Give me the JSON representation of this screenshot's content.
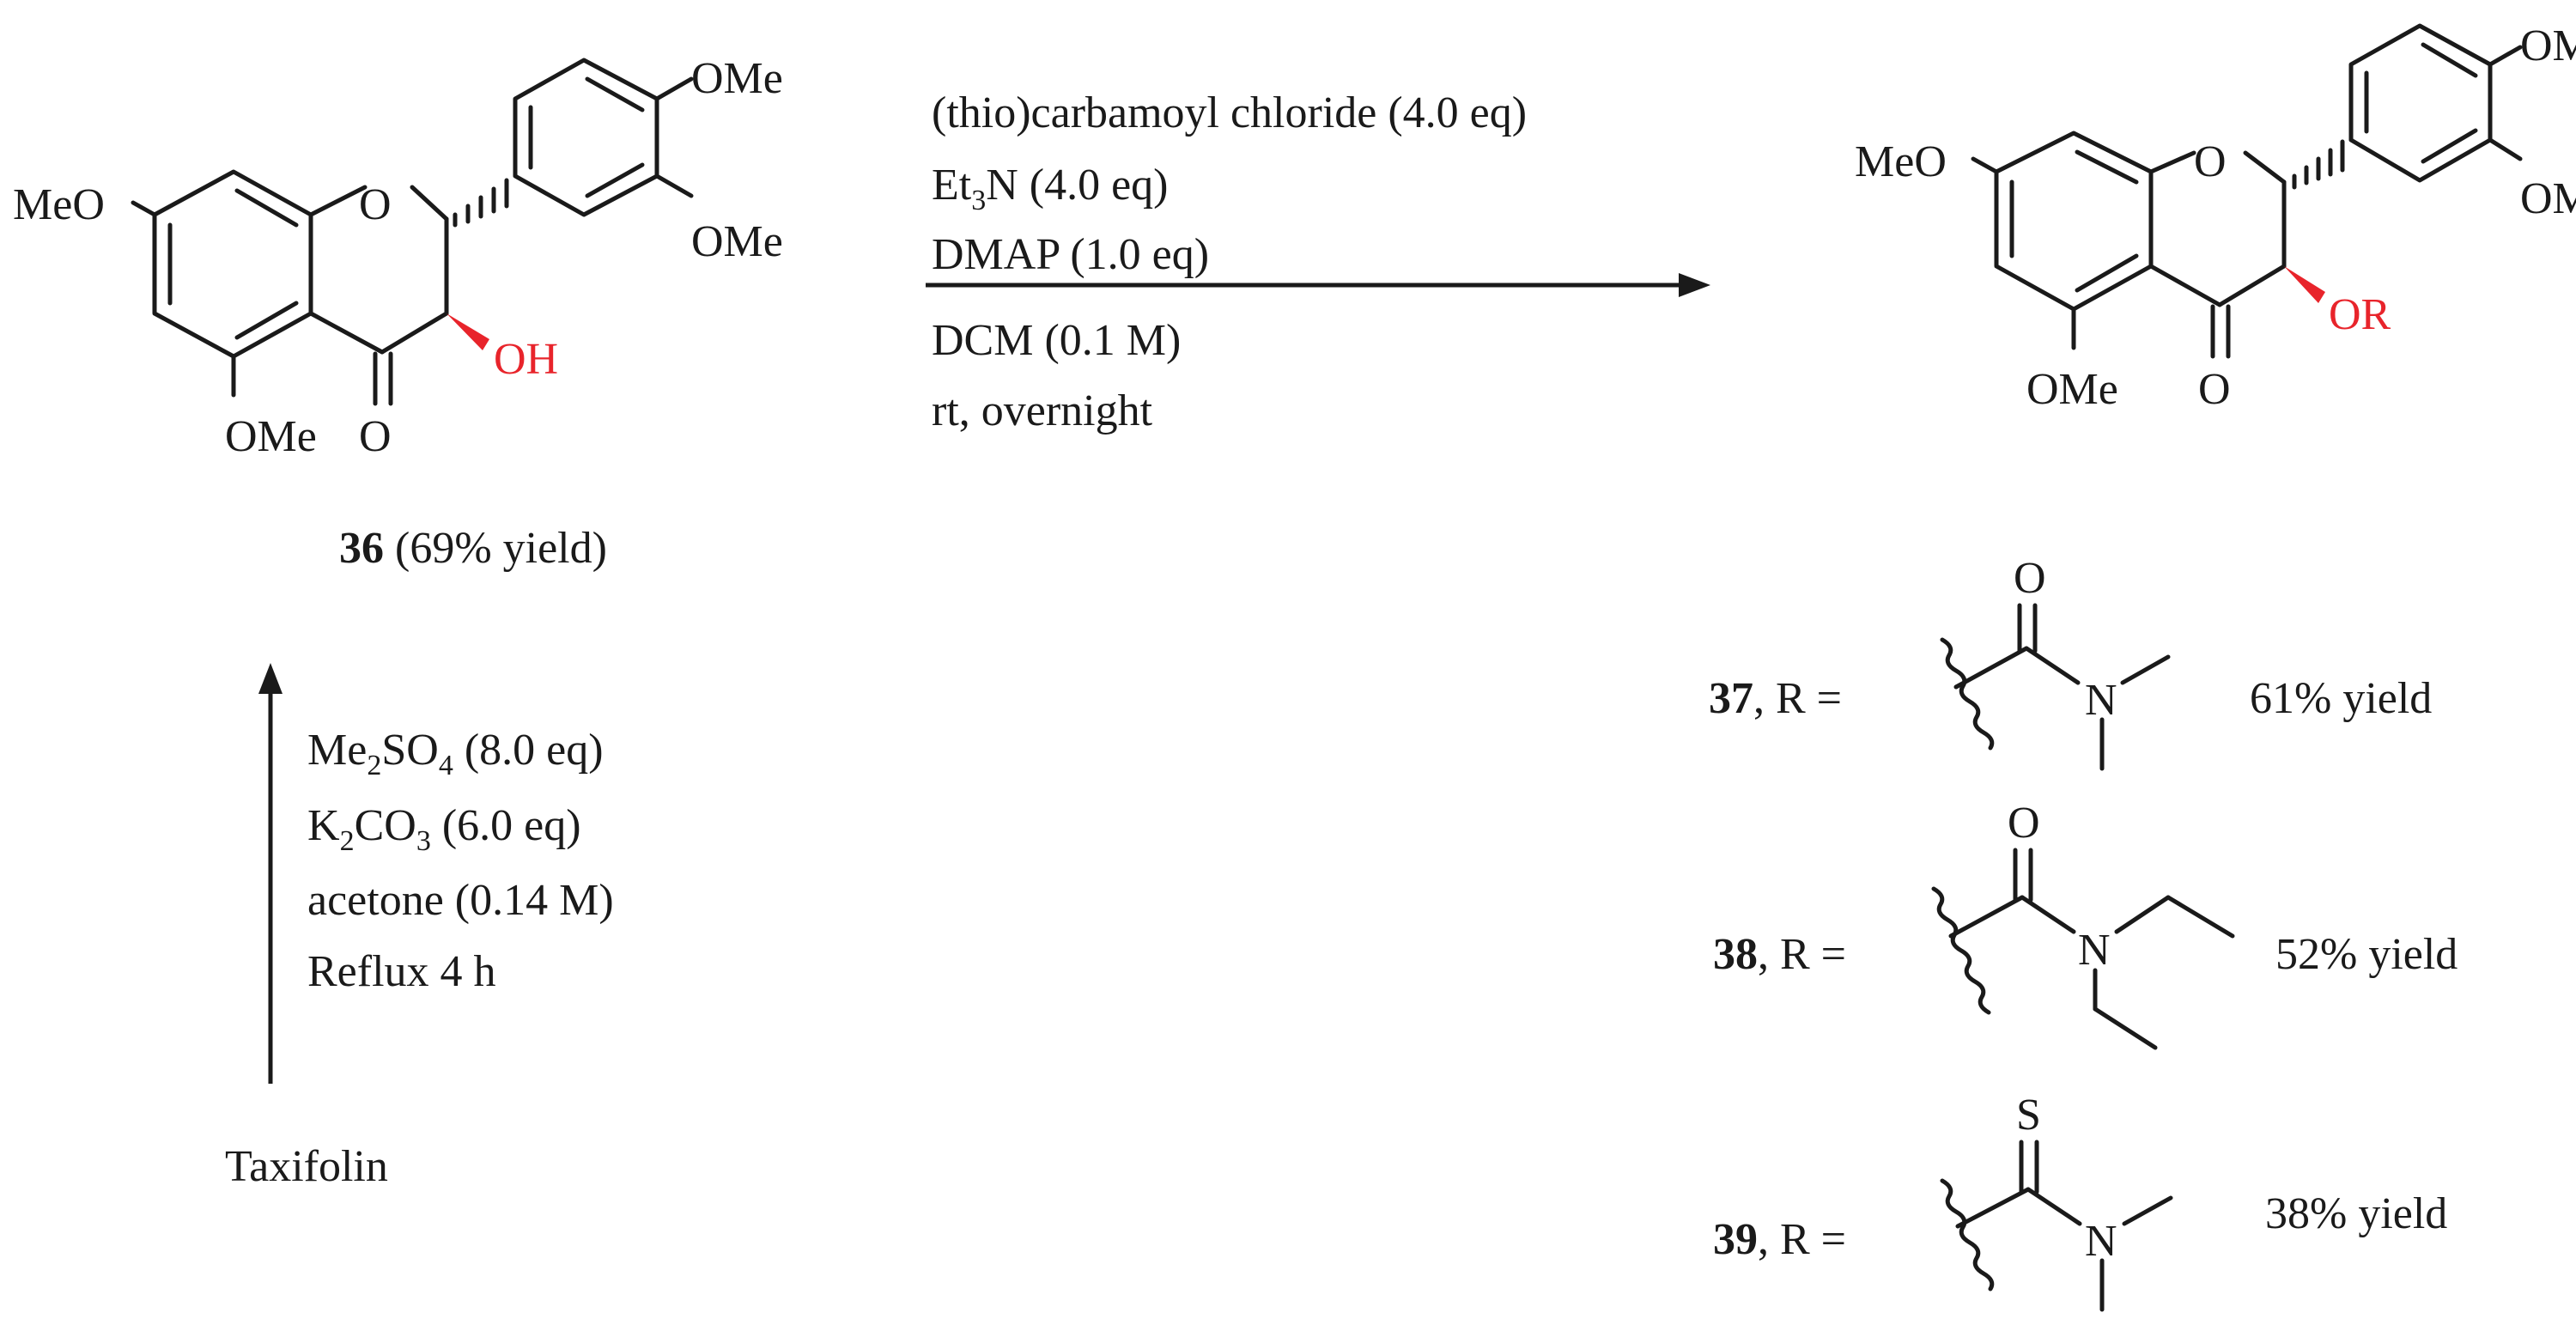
{
  "conditions_right": {
    "line1": "(thio)carbamoyl chloride (4.0 eq)",
    "line2_base": "Et",
    "line2_sub": "3",
    "line2_rest": "N (4.0 eq)",
    "line3": "DMAP (1.0 eq)",
    "line4": "DCM (0.1 M)",
    "line5": "rt, overnight"
  },
  "conditions_up": {
    "line1_a": "Me",
    "line1_sub1": "2",
    "line1_b": "SO",
    "line1_sub2": "4",
    "line1_c": " (8.0 eq)",
    "line2_a": "K",
    "line2_sub1": "2",
    "line2_b": "CO",
    "line2_sub2": "3",
    "line2_c": " (6.0 eq)",
    "line3": "acetone (0.14 M)",
    "line4": "Reflux 4 h"
  },
  "start_material": "Taxifolin",
  "compound36": {
    "number": "36",
    "yield": " (69% yield)"
  },
  "atoms": {
    "ome": "OMe",
    "meo": "MeO",
    "o": "O",
    "oh": "OH",
    "or": "OR",
    "n": "N",
    "s": "S"
  },
  "products": [
    {
      "number": "37",
      "r_label": ", R =",
      "yield": "61% yield"
    },
    {
      "number": "38",
      "r_label": ", R =",
      "yield": "52% yield"
    },
    {
      "number": "39",
      "r_label": ", R =",
      "yield": "38% yield"
    }
  ],
  "colors": {
    "highlight": "#e8242b",
    "ink": "#1a1a1a"
  }
}
